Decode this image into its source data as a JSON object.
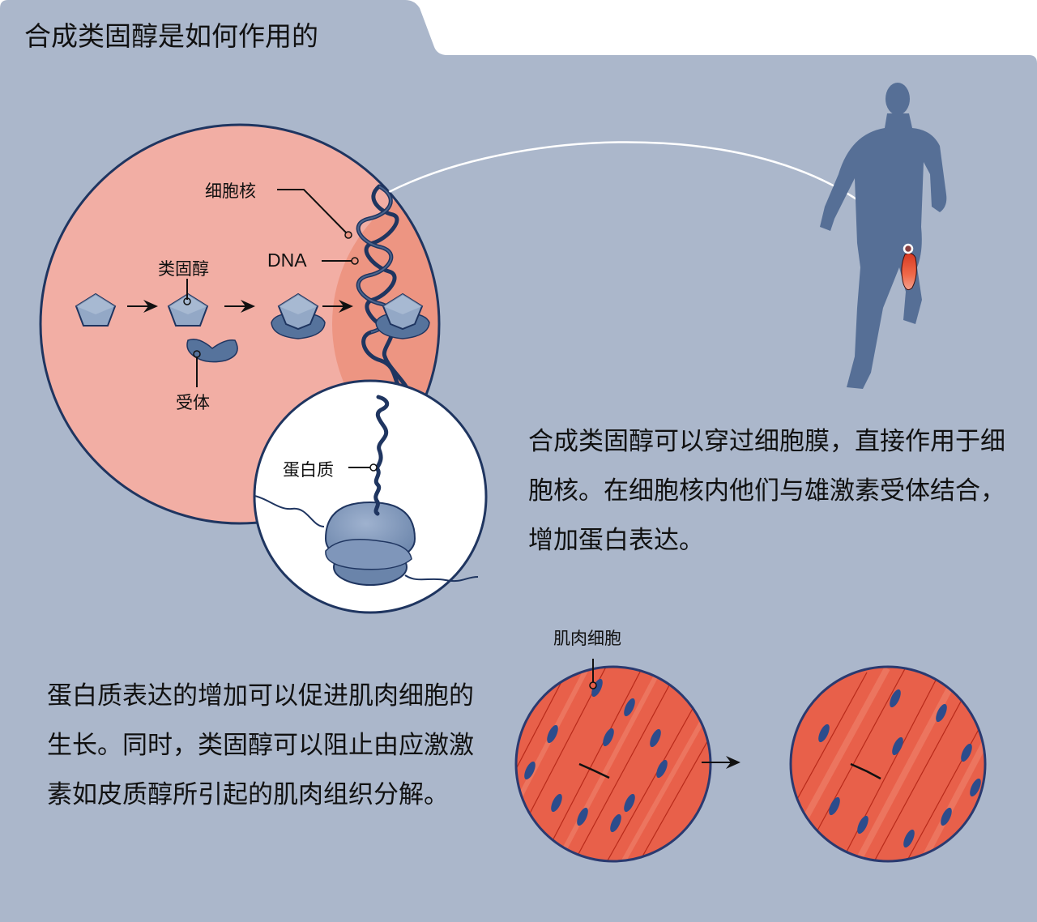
{
  "header": {
    "title": "合成类固醇是如何作用的"
  },
  "cell_diagram": {
    "labels": {
      "nucleus": "细胞核",
      "dna": "DNA",
      "steroid": "类固醇",
      "receptor": "受体",
      "protein": "蛋白质"
    },
    "steps": [
      "steroid",
      "steroid-near-receptor",
      "steroid-receptor-complex",
      "complex-bound-to-dna"
    ]
  },
  "runner": {
    "icon": "running-man-silhouette",
    "highlight": "thigh-muscle"
  },
  "muscle_diagram": {
    "label": "肌肉细胞",
    "before": "normal-muscle-cells",
    "after": "enlarged-muscle-cells"
  },
  "text": {
    "paragraph_1": "合成类固醇可以穿过细胞膜，直接作用于细胞核。在细胞核内他们与雄激素受体结合，增加蛋白表达。",
    "paragraph_2": "蛋白质表达的增加可以促进肌肉细胞的生长。同时，类固醇可以阻止由应激激素如皮质醇所引起的肌肉组织分解。"
  },
  "colors": {
    "panel": "#abb7cb",
    "cell": "#f2aea4",
    "nucleus": "#ed9582",
    "outline": "#1f3560",
    "steroid": "#93a8c6",
    "receptor": "#56739c",
    "runner": "#566f96",
    "muscle": "#e8604a",
    "nuclei": "#2c4c8c"
  }
}
